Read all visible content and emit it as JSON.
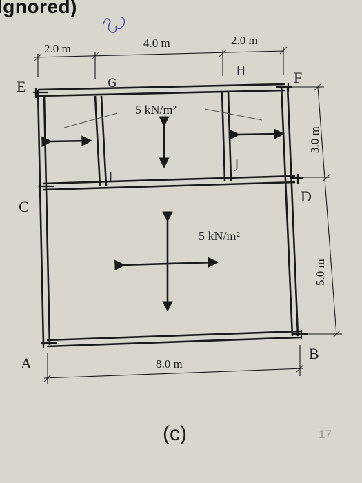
{
  "header": {
    "text": "lgnored)"
  },
  "caption": "(c)",
  "page_number": "17",
  "points": {
    "A": "A",
    "B": "B",
    "C": "C",
    "D": "D",
    "E": "E",
    "F": "F"
  },
  "handwritten": {
    "G": "G",
    "H": "H",
    "I": "I",
    "J": "J"
  },
  "dimensions": {
    "top_left": "2.0 m",
    "top_middle": "4.0 m",
    "top_right": "2.0 m",
    "bottom": "8.0 m",
    "right_upper": "3.0 m",
    "right_lower": "5.0 m"
  },
  "loads": {
    "upper_panel": "5 kN/m²",
    "lower_panel": "5 kN/m²"
  },
  "colors": {
    "line": "#1a1a1a",
    "paper": "#d9d6ce",
    "pen_blue": "#4a4ab0"
  }
}
